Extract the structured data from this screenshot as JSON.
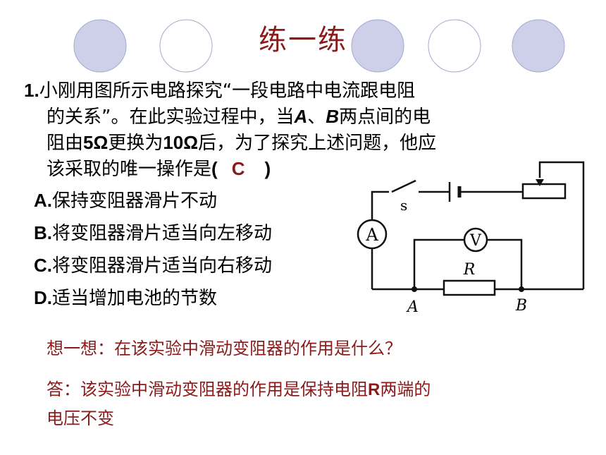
{
  "title": "练一练",
  "question": {
    "number": "1.",
    "line1": "小刚用图所示电路探究“一段电路中电流跟电阻",
    "line2_a": "的关系”。在此实验过程中，当",
    "point_a": "A",
    "sep": "、",
    "point_b": "B",
    "line2_b": "两点间的电",
    "line3_a": "阻由",
    "r1": "5Ω",
    "line3_b": "更换为",
    "r2": "10Ω",
    "line3_c": "后，为了探究上述问题，他应",
    "line4_a": "该采取的唯一操作是",
    "paren_open": "(",
    "answer": "C",
    "paren_close": ")"
  },
  "options": [
    {
      "letter": "A.",
      "text": "保持变阻器滑片不动"
    },
    {
      "letter": "B.",
      "text": "将变阻器滑片适当向左移动"
    },
    {
      "letter": "C.",
      "text": "将变阻器滑片适当向右移动"
    },
    {
      "letter": "D.",
      "text": "适当增加电池的节数"
    }
  ],
  "circuit": {
    "switch_label": "s",
    "ammeter_label": "A",
    "voltmeter_label": "V",
    "resistor_label": "R",
    "node_a": "A",
    "node_b": "B"
  },
  "think": "想一想：在该实验中滑动变阻器的作用是什么？",
  "answer_text": {
    "part1": "答：该实验中滑动变阻器的作用是保持电阻",
    "r": "R",
    "part2": "两端的",
    "line2": "电压不变"
  },
  "colors": {
    "accent": "#8B1A1A",
    "circle_fill": "#C8CCE6",
    "circle_stroke": "#9AA0C8"
  }
}
